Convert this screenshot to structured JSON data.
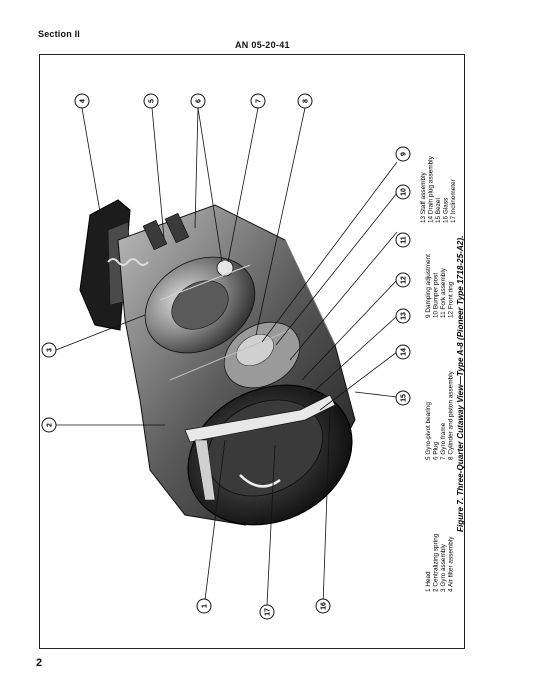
{
  "header": {
    "section": "Section II",
    "doc_number": "AN 05-20-41"
  },
  "figure": {
    "caption": "Figure 7. Three-Quarter Cutaway View—Type A-8 (Pioneer Type 1718-25-A2).",
    "callouts": [
      "1",
      "2",
      "3",
      "4",
      "5",
      "6",
      "7",
      "8",
      "9",
      "10",
      "11",
      "12",
      "13",
      "14",
      "15",
      "16",
      "17"
    ],
    "legend": {
      "col1": [
        "1 Head",
        "2 Centralizing spring",
        "3 Gyro assembly",
        "4 Air filter assembly"
      ],
      "col2": [
        "5 Gyro-pivot bearing",
        "6 Plug",
        "7 Gyro frame",
        "8 Cylinder and piston assembly"
      ],
      "col3": [
        "9 Damping adjustment",
        "10 Bumper post",
        "11 Fork assembly",
        "12 Front ring"
      ],
      "col4": [
        "13 Staff assembly",
        "14 Drain plug assembly",
        "15 Bezel",
        "16 Glass",
        "17 Inclinometer"
      ]
    }
  },
  "footer": {
    "page_number": "2"
  }
}
